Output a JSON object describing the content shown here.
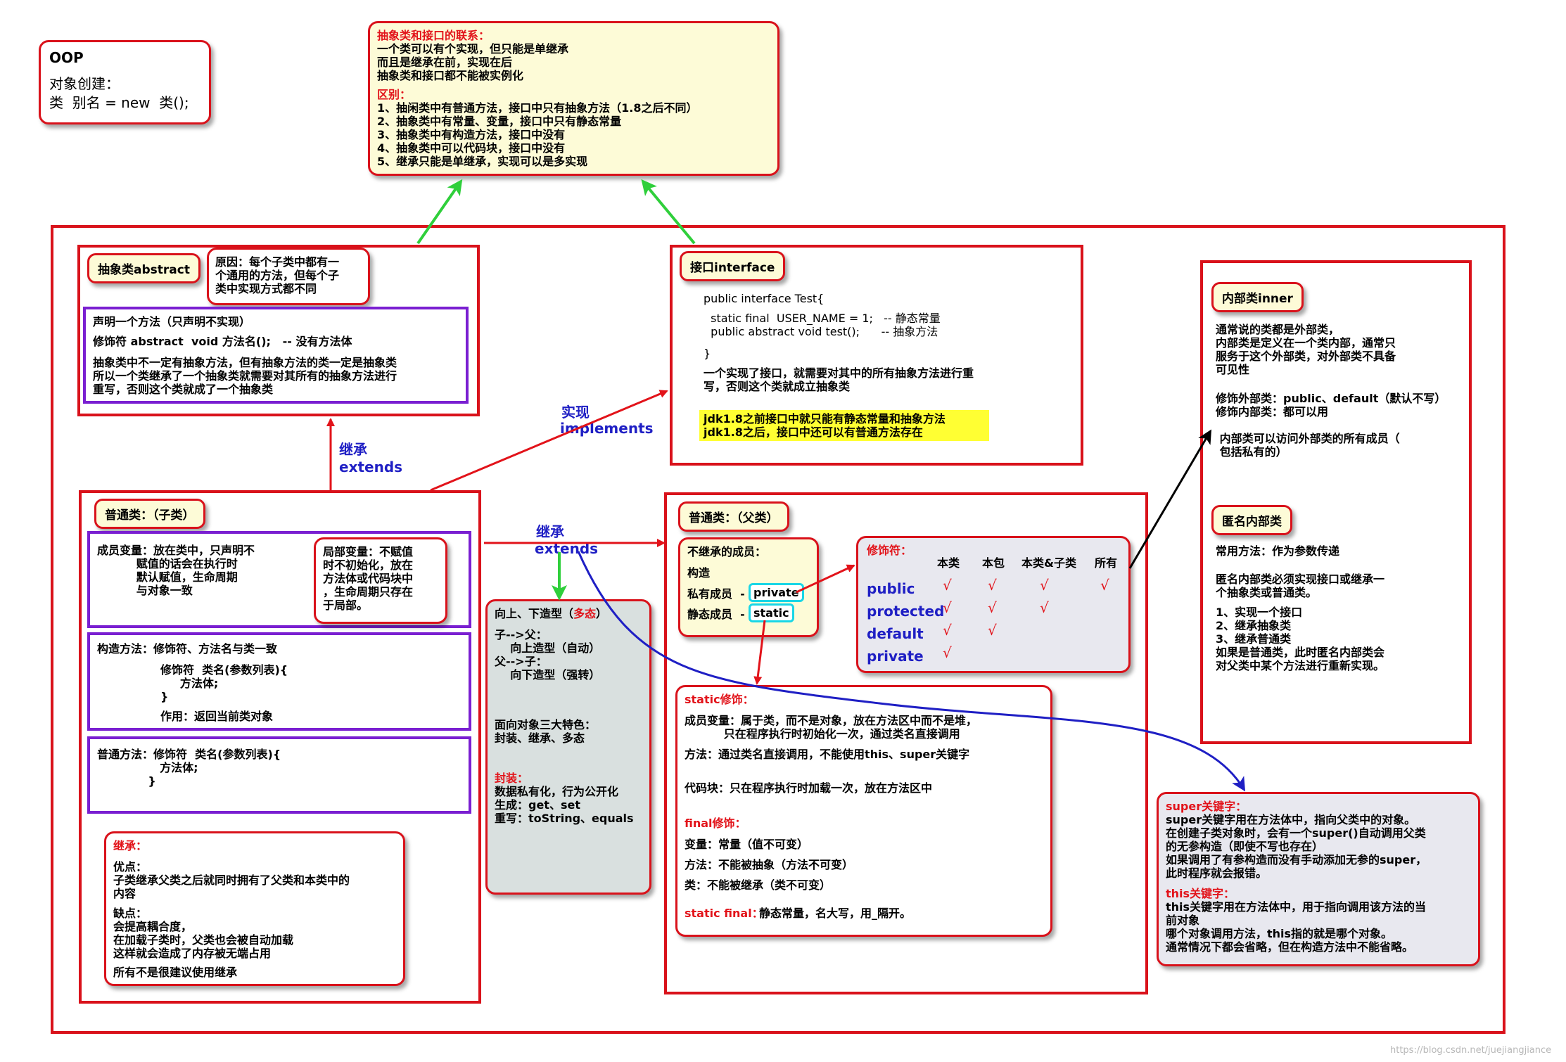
{
  "oop": {
    "title": "OOP",
    "line1": "对象创建：",
    "line2": "类  别名 = new  类();"
  },
  "relation": {
    "heading": "抽象类和接口的联系：",
    "lines": [
      "一个类可以有个实现，但只能是单继承",
      "而且是继承在前，实现在后",
      "抽象类和接口都不能被实例化"
    ],
    "diff_heading": "区别：",
    "diffs": [
      "1、抽闲类中有普通方法，接口中只有抽象方法（1.8之后不同）",
      "2、抽象类中有常量、变量，接口中只有静态常量",
      "3、抽象类中有构造方法，接口中没有",
      "4、抽象类中可以代码块，接口中没有",
      "5、继承只能是单继承，实现可以是多实现"
    ]
  },
  "abstract": {
    "title": "抽象类abstract",
    "reason": "原因：每个子类中都有一\n个通用的方法，但每个子\n类中实现方式都不同",
    "decl": "声明一个方法（只声明不实现）",
    "syntax": "修饰符 abstract  void 方法名();   -- 没有方法体",
    "desc": "抽象类中不一定有抽象方法，但有抽象方法的类一定是抽象类\n所以一个类继承了一个抽象类就需要对其所有的抽象方法进行\n重写，否则这个类就成了一个抽象类"
  },
  "interface": {
    "title": "接口interface",
    "code1": "public interface Test{",
    "code2": "  static final  USER_NAME = 1;   -- 静态常量\n  public abstract void test();      -- 抽象方法",
    "code3": "}",
    "desc": "一个实现了接口，就需要对其中的所有抽象方法进行重\n写，否则这个类就成立抽象类",
    "note": "jdk1.8之前接口中就只能有静态常量和抽象方法\njdk1.8之后，接口中还可以有普通方法存在"
  },
  "inner": {
    "title": "内部类inner",
    "p1": "通常说的类都是外部类，\n内部类是定义在一个类内部，通常只\n服务于这个外部类，对外部类不具备\n可见性",
    "p2": "修饰外部类：public、default（默认不写）\n修饰内部类：都可以用",
    "p3": " 内部类可以访问外部类的所有成员（\n 包括私有的）",
    "anon_title": "匿名内部类",
    "a1": "常用方法：作为参数传递",
    "a2": "匿名内部类必须实现接口或继承一\n个抽象类或普通类。",
    "a3": "1、实现一个接口\n2、继承抽象类\n3、继承普通类\n如果是普通类，此时匿名内部类会\n对父类中某个方法进行重新实现。"
  },
  "child": {
    "title": "普通类：（子类）",
    "member": "成员变量：放在类中，只声明不\n          赋值的话会在执行时\n          默认赋值，生命周期\n          与对象一致",
    "local": "局部变量：不赋值\n时不初始化，放在\n方法体或代码块中\n，生命周期只存在\n于局部。",
    "ctor1": "构造方法：修饰符、方法名与类一致",
    "ctor2": "修饰符  类名(参数列表){\n     方法体;\n}",
    "ctor3": "作用：返回当前类对象",
    "method": "普通方法：修饰符  类名(参数列表){\n                方法体;\n             }",
    "inherit_title": "继承：",
    "pros": "优点：\n子类继承父类之后就同时拥有了父类和本类中的\n内容",
    "cons": "缺点：\n会提高耦合度，\n在加载子类时，父类也会被自动加载\n这样就会造成了内存被无端占用",
    "conclusion": "所有不是很建议使用继承"
  },
  "poly": {
    "title1": "向上、下造型（",
    "title2": "多态",
    "title3": "）",
    "p1": "子-->父：\n    向上造型（自动）\n父-->子：\n    向下造型（强转）",
    "p2": "面向对象三大特色：\n封装、继承、多态",
    "enc_title": "封装：",
    "p3": "数据私有化，行为公开化\n生成：get、set\n重写：toString、equals"
  },
  "parent": {
    "title": "普通类：（父类）",
    "noinherit": "不继承的成员：",
    "ctor": "构造",
    "private_label": "私有成员  -",
    "private_tag": "private",
    "static_label": "静态成员  -",
    "static_tag": "static"
  },
  "modifiers": {
    "title": "修饰符：",
    "headers": [
      "本类",
      "本包",
      "本类&子类",
      "所有"
    ],
    "rows": [
      {
        "name": "public",
        "checks": [
          true,
          true,
          true,
          true
        ]
      },
      {
        "name": "protected",
        "checks": [
          true,
          true,
          true,
          false
        ]
      },
      {
        "name": "default",
        "checks": [
          true,
          true,
          false,
          false
        ]
      },
      {
        "name": "private",
        "checks": [
          true,
          false,
          false,
          false
        ]
      }
    ],
    "check": "√"
  },
  "static": {
    "title": "static修饰：",
    "l1": "成员变量：属于类，而不是对象，放在方法区中而不是堆，\n          只在程序执行时初始化一次，通过类名直接调用",
    "l2": "方法：通过类名直接调用，不能使用this、super关键字",
    "l3": "代码块：只在程序执行时加载一次，放在方法区中",
    "final_title": "final修饰：",
    "f1": "变量：常量（值不可变）",
    "f2": "方法：不能被抽象（方法不可变）",
    "f3": "类：不能被继承（类不可变）",
    "sf_title": "static final：",
    "sf": "静态常量，名大写，用_隔开。"
  },
  "keywords": {
    "super_title": "super关键字：",
    "super_text": "super关键字用在方法体中，指向父类中的对象。\n在创建子类对象时，会有一个super()自动调用父类\n的无参构造（即使不写也存在）\n如果调用了有参构造而没有手动添加无参的super，\n此时程序就会报错。",
    "this_title": "this关键字：",
    "this_text": "this关键字用在方法体中，用于指向调用该方法的当\n前对象\n哪个对象调用方法，this指的就是哪个对象。\n通常情况下都会省略，但在构造方法中不能省略。"
  },
  "labels": {
    "extends_cn": "继承",
    "extends_en": "extends",
    "implements_cn": "实现",
    "implements_en": "implements",
    "extends2_cn": "继承",
    "extends2_en": "extends"
  },
  "watermark": "https://blog.csdn.net/juejiangjiance"
}
